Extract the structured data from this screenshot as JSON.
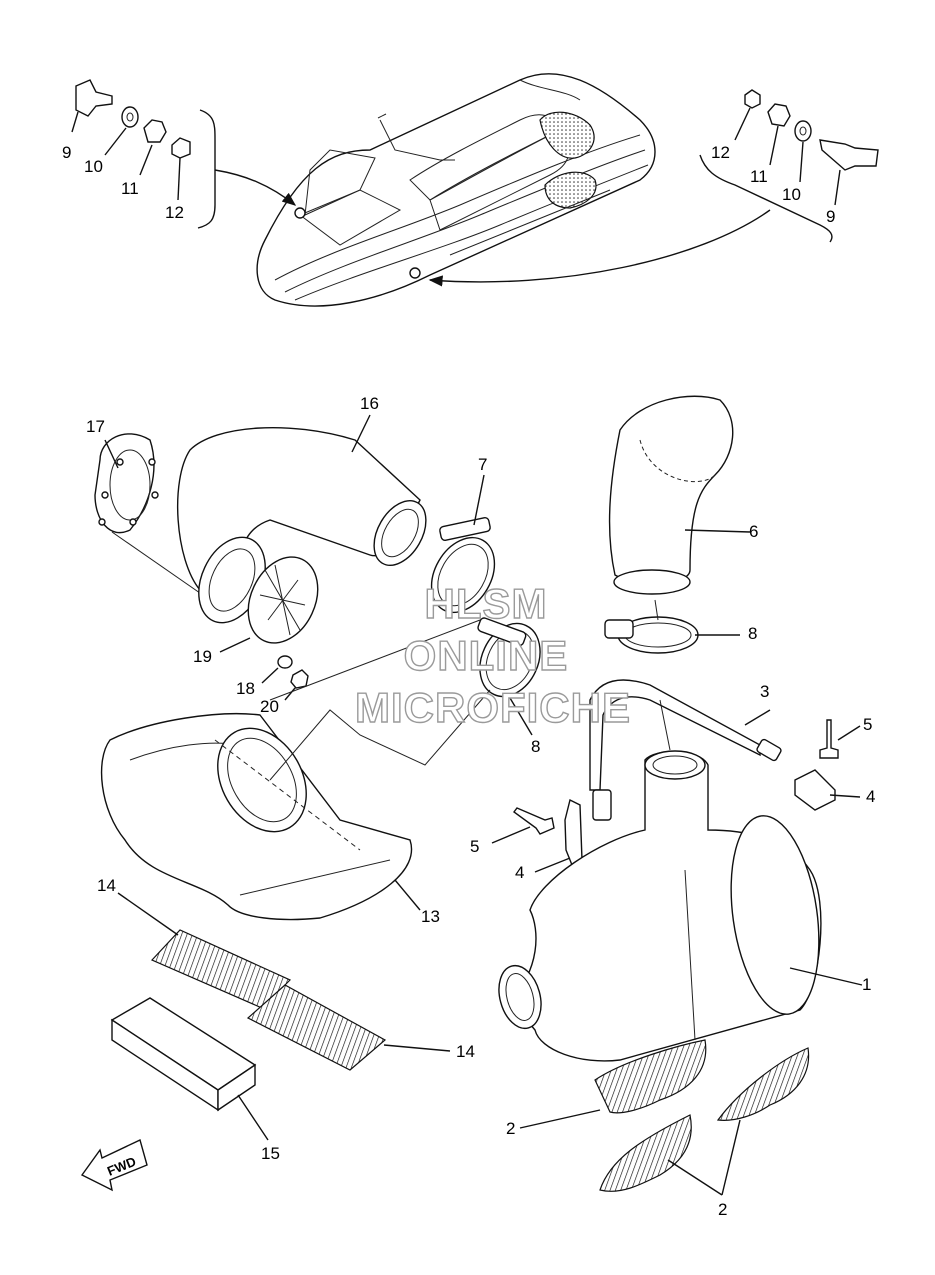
{
  "diagram": {
    "callouts": [
      {
        "id": "c1",
        "text": "1"
      },
      {
        "id": "c2a",
        "text": "2"
      },
      {
        "id": "c2b",
        "text": "2"
      },
      {
        "id": "c3",
        "text": "3"
      },
      {
        "id": "c4a",
        "text": "4"
      },
      {
        "id": "c4b",
        "text": "4"
      },
      {
        "id": "c5a",
        "text": "5"
      },
      {
        "id": "c5b",
        "text": "5"
      },
      {
        "id": "c6",
        "text": "6"
      },
      {
        "id": "c7",
        "text": "7"
      },
      {
        "id": "c8a",
        "text": "8"
      },
      {
        "id": "c8b",
        "text": "8"
      },
      {
        "id": "c9a",
        "text": "9"
      },
      {
        "id": "c9b",
        "text": "9"
      },
      {
        "id": "c10a",
        "text": "10"
      },
      {
        "id": "c10b",
        "text": "10"
      },
      {
        "id": "c11a",
        "text": "11"
      },
      {
        "id": "c11b",
        "text": "11"
      },
      {
        "id": "c12a",
        "text": "12"
      },
      {
        "id": "c12b",
        "text": "12"
      },
      {
        "id": "c13",
        "text": "13"
      },
      {
        "id": "c14a",
        "text": "14"
      },
      {
        "id": "c14b",
        "text": "14"
      },
      {
        "id": "c15",
        "text": "15"
      },
      {
        "id": "c16",
        "text": "16"
      },
      {
        "id": "c17",
        "text": "17"
      },
      {
        "id": "c18",
        "text": "18"
      },
      {
        "id": "c19",
        "text": "19"
      },
      {
        "id": "c20",
        "text": "20"
      }
    ],
    "fwd_label": "FWD",
    "watermark": [
      "HLSM",
      "ONLINE",
      "MICROFICHE"
    ]
  }
}
